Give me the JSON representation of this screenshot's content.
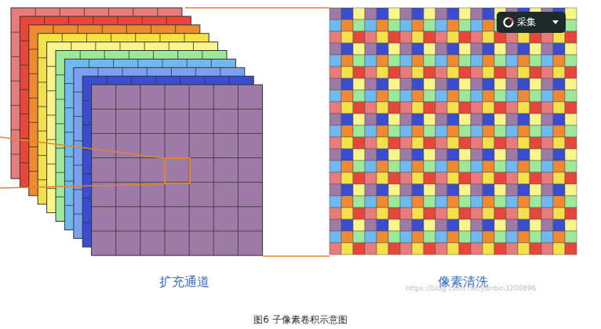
{
  "diagram": {
    "caption": "图6 子像素卷积示意图",
    "labels": [
      "扩充通道",
      "像素清洗",
      "采集",
      "https://blog.csdn.net/jianbin3200896"
    ]
  }
}
